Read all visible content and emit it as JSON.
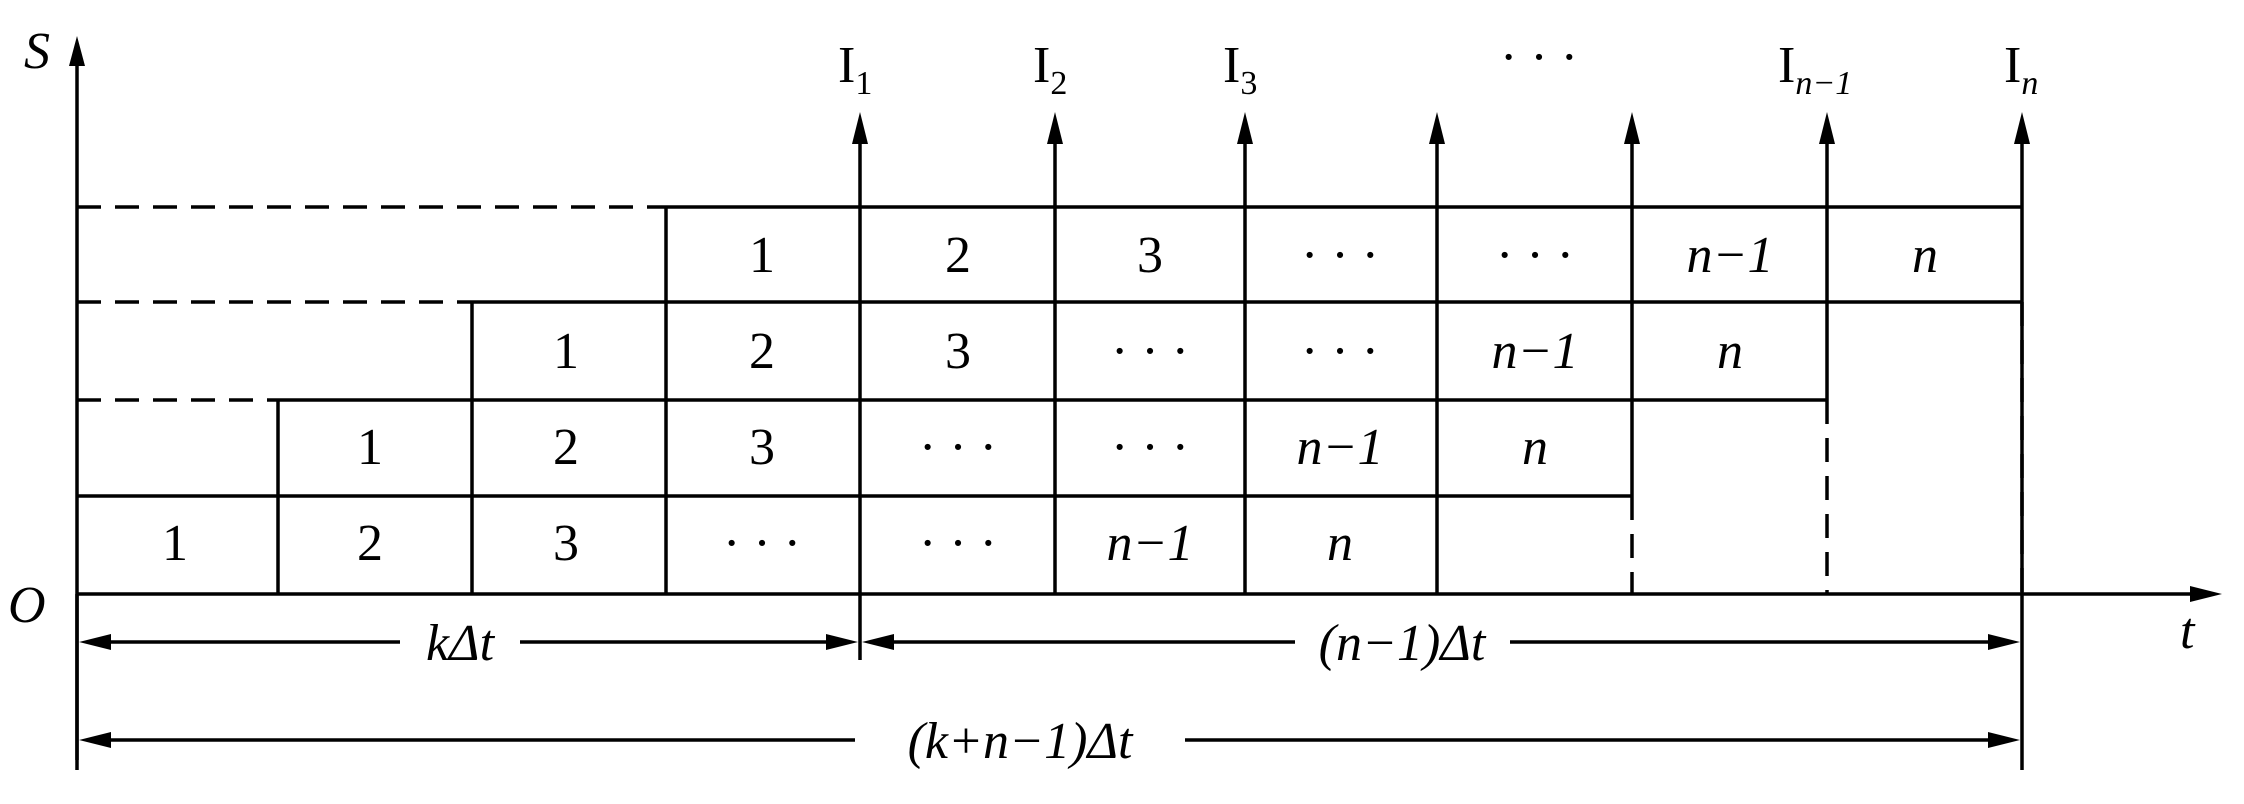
{
  "axes": {
    "y_label": "S",
    "x_label": "t",
    "origin_label": "O"
  },
  "instructions": [
    {
      "main": "I",
      "sub": "1"
    },
    {
      "main": "I",
      "sub": "2"
    },
    {
      "main": "I",
      "sub": "3"
    },
    {
      "main": "",
      "sub": "",
      "ellipsis": "· · ·"
    },
    {
      "main": "",
      "sub": ""
    },
    {
      "main": "I",
      "sub": "n−1"
    },
    {
      "main": "I",
      "sub": "n"
    }
  ],
  "rows": [
    {
      "level": 1,
      "cells": [
        "1",
        "2",
        "3",
        "· · ·",
        "· · ·",
        "n−1",
        "n"
      ]
    },
    {
      "level": 2,
      "cells": [
        "1",
        "2",
        "3",
        "· · ·",
        "· · ·",
        "n−1",
        "n"
      ]
    },
    {
      "level": 3,
      "cells": [
        "1",
        "2",
        "3",
        "· · ·",
        "· · ·",
        "n−1",
        "n"
      ]
    },
    {
      "level": 4,
      "cells": [
        "1",
        "2",
        "3",
        "· · ·",
        "· · ·",
        "n−1",
        "n"
      ]
    }
  ],
  "dimensions": {
    "first": "kΔt",
    "second": "(n−1)Δt",
    "total": "(k+n−1)Δt"
  }
}
